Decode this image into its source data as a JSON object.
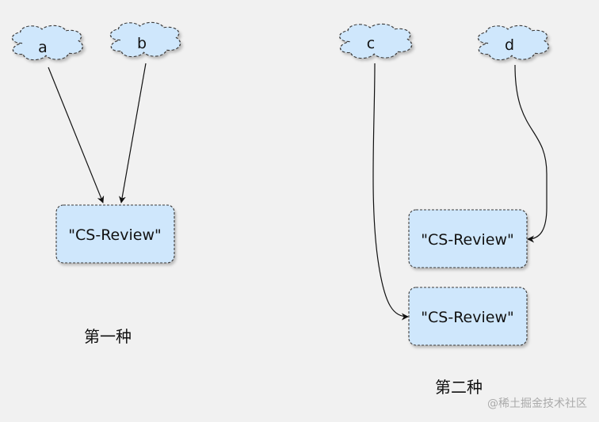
{
  "left_diagram": {
    "nodes": {
      "a": "a",
      "b": "b"
    },
    "target": "\"CS-Review\"",
    "caption": "第一种"
  },
  "right_diagram": {
    "nodes": {
      "c": "c",
      "d": "d"
    },
    "target_top": "\"CS-Review\"",
    "target_bottom": "\"CS-Review\"",
    "caption": "第二种"
  },
  "watermark": "@稀土掘金技术社区",
  "colors": {
    "node_fill": "#cfe7fc",
    "stroke": "#3b3b3b",
    "background": "#f1f1f1"
  }
}
